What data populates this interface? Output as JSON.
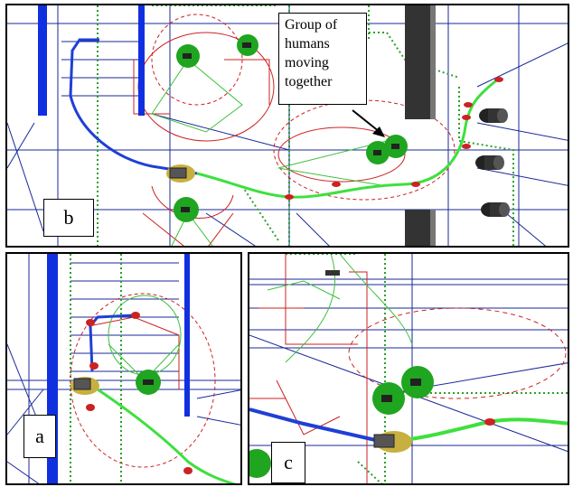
{
  "panels": {
    "b": {
      "label": "b"
    },
    "a": {
      "label": "a"
    },
    "c": {
      "label": "c"
    }
  },
  "callout": {
    "lines": [
      "Group of",
      "humans",
      "moving",
      "together"
    ]
  },
  "colors": {
    "robot_path_past": "#1f3fd6",
    "planned_path": "#3ee03e",
    "human": "#1fa51f",
    "potential_field": "#cc2222",
    "grid_lines": "#1a2a9a",
    "obstacle_wall": "#1030e0",
    "pillar": "#333333"
  }
}
